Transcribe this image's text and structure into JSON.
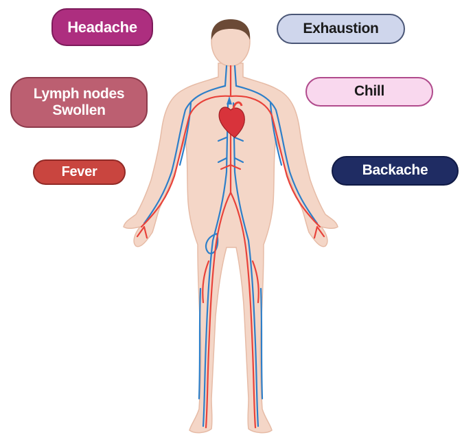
{
  "symptoms": {
    "headache": "Headache",
    "lymph_line1": "Lymph nodes",
    "lymph_line2": "Swollen",
    "fever": "Fever",
    "exhaustion": "Exhaustion",
    "chill": "Chill",
    "backache": "Backache"
  },
  "colors": {
    "skin": "#f4d6c7",
    "hair": "#6b4a36",
    "artery": "#e8423a",
    "vein": "#2d7fc9",
    "heart": "#d8333b"
  }
}
